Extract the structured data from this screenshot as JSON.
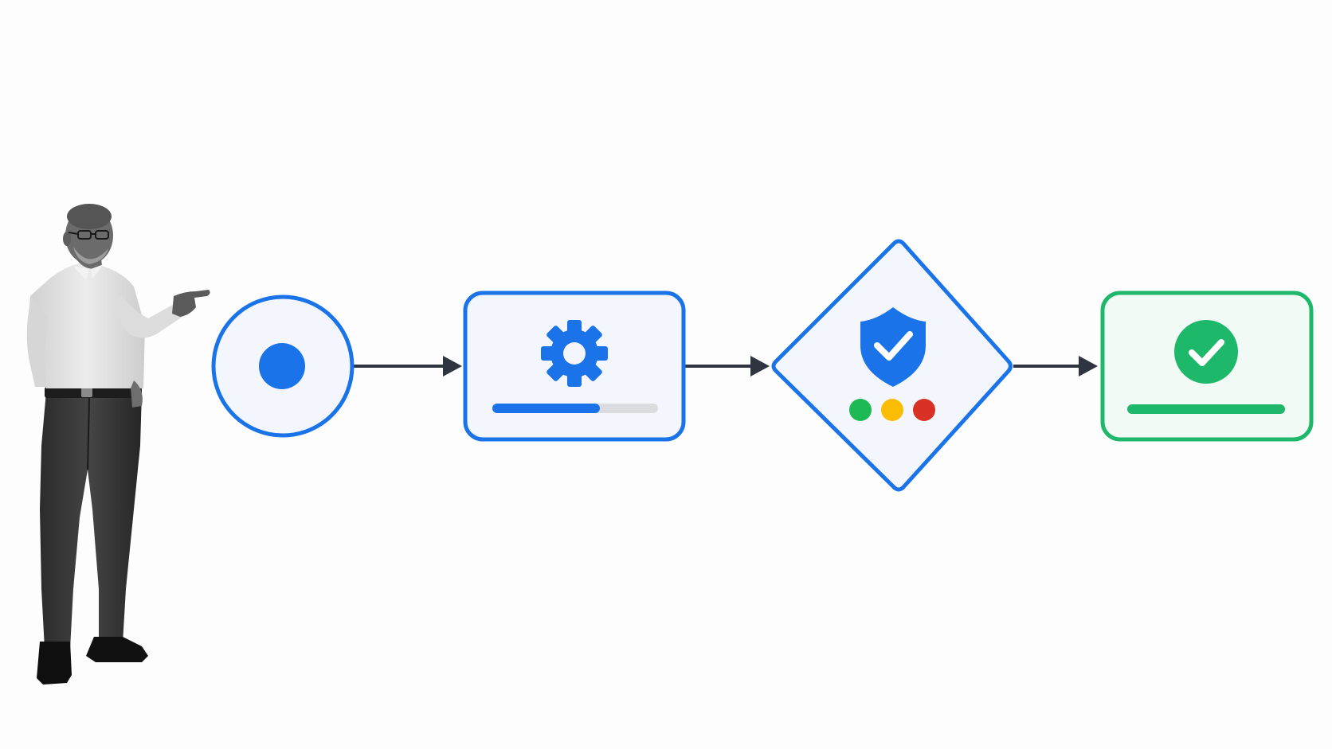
{
  "colors": {
    "background": "#fdfdfd",
    "primary_blue": "#1a73e8",
    "node_fill": "#f3f7fd",
    "connector": "#2f3440",
    "track_gray": "#dadce0",
    "success_green": "#1db86a",
    "success_fill": "#f1faf5",
    "status_green": "#1db954",
    "status_yellow": "#fbbc04",
    "status_red": "#d93025"
  },
  "nodes": {
    "start": {
      "shape": "circle",
      "icon": "dot-icon"
    },
    "process": {
      "shape": "rounded-rectangle",
      "icon": "gear-icon",
      "progress": 0.65
    },
    "decision": {
      "shape": "diamond",
      "icon": "shield-check-icon",
      "status_dots": [
        "green",
        "yellow",
        "red"
      ]
    },
    "end": {
      "shape": "rounded-rectangle",
      "icon": "check-circle-icon",
      "progress": 1.0
    }
  },
  "connectors": [
    "arrow-right",
    "arrow-right",
    "arrow-right"
  ],
  "presenter": {
    "figure": "man-pointing",
    "pose": "pointing-right"
  }
}
